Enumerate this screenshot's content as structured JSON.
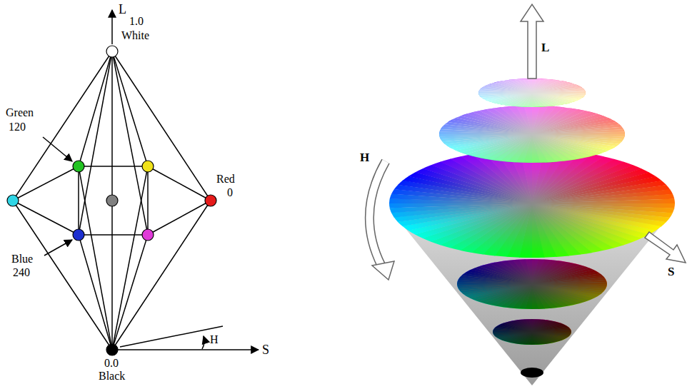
{
  "diagram": {
    "labels": [
      "L",
      "1.0",
      "White",
      "Green",
      "120",
      "Red",
      "0",
      "Blue",
      "240",
      "0.0",
      "Black",
      "H",
      "S",
      "L",
      "H",
      "S"
    ]
  }
}
